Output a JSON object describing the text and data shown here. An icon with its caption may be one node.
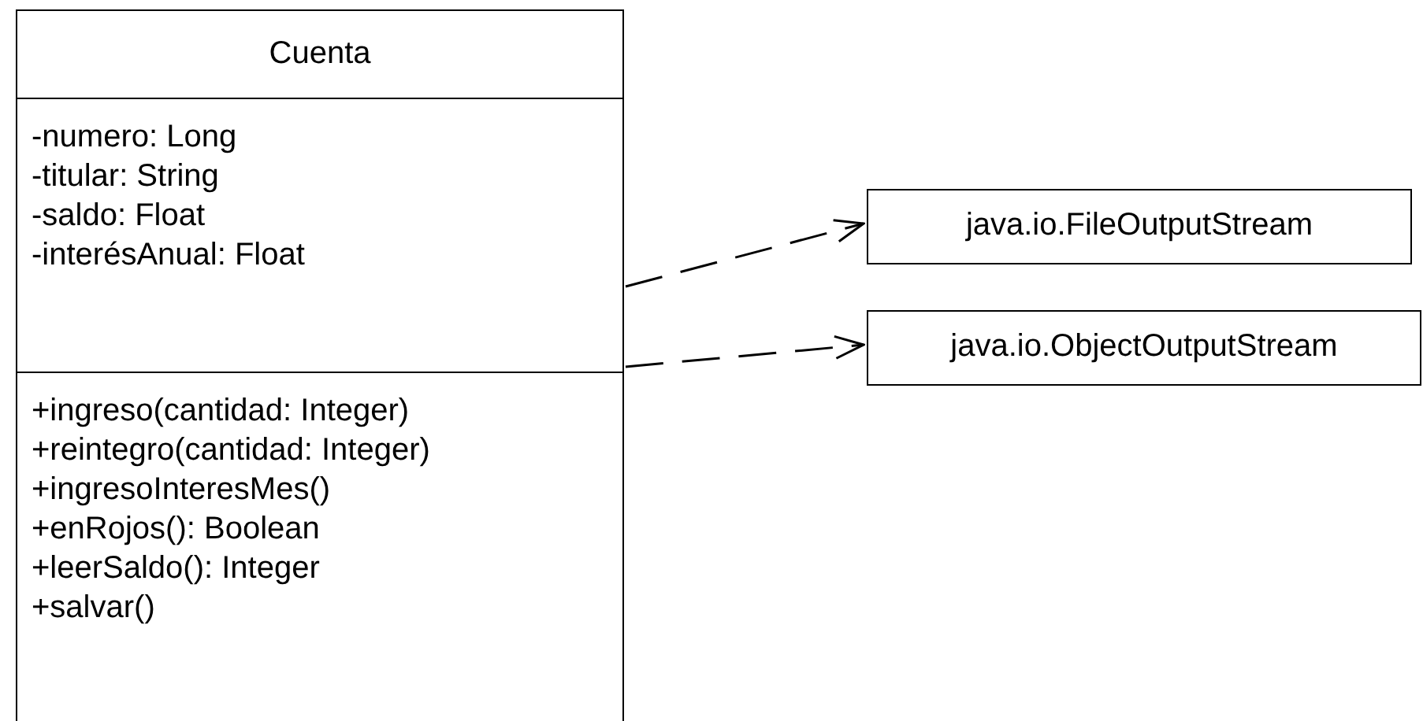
{
  "diagram": {
    "nodes": [
      {
        "text": [
          "Cuenta",
          "-numero: Long",
          "-titular: String",
          "-saldo: Float",
          "-interésAnual: Float",
          "+ingreso(cantidad: Integer)",
          "+reintegro(cantidad: Integer)",
          "+ingresoInteresMes()",
          "+enRojos(): Boolean",
          "+leerSaldo(): Integer",
          "+salvar()"
        ]
      },
      {
        "text": [
          "java.io.FileOutputStream"
        ]
      },
      {
        "text": [
          "java.io.ObjectOutputStream"
        ]
      }
    ],
    "edges": [
      {
        "from": 0,
        "to": 1,
        "arrow": "to",
        "style": "dashed"
      },
      {
        "from": 0,
        "to": 2,
        "arrow": "to",
        "style": "dashed"
      }
    ]
  }
}
